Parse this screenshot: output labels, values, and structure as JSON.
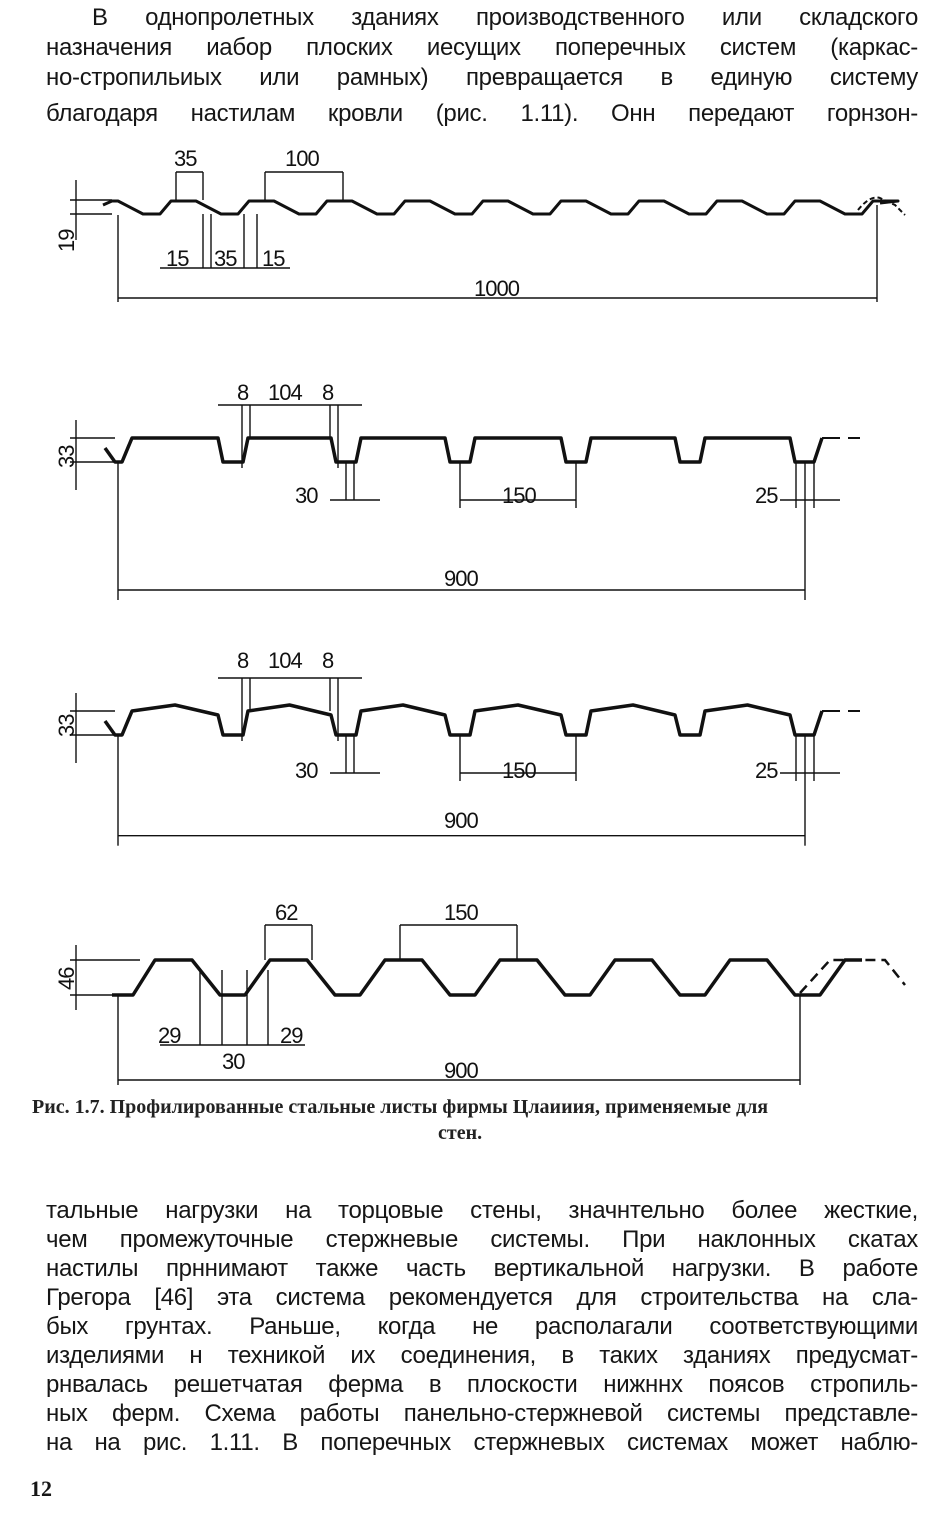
{
  "top_paragraph": [
    "В однопролетных зданиях производственного или складского",
    "назначения иабор плоских иесущих поперечных систем (каркас-",
    "но-стропильиых или рамных) превращается в единую систему",
    "благодаря настилам кровли (рис. 1.11). Онн передают горнзон-"
  ],
  "figure": {
    "profile1": {
      "pitch_top": "35",
      "pitch": "100",
      "height": "19",
      "d1": "15",
      "d2": "35",
      "d3": "15",
      "width": "1000"
    },
    "profile2": {
      "a": "8",
      "b": "104",
      "c": "8",
      "height": "33",
      "d1": "30",
      "d2": "150",
      "d3": "25",
      "width": "900"
    },
    "profile3": {
      "a": "8",
      "b": "104",
      "c": "8",
      "height": "33",
      "d1": "30",
      "d2": "150",
      "d3": "25",
      "width": "900"
    },
    "profile4": {
      "top": "62",
      "pitch": "150",
      "height": "46",
      "d1": "29",
      "d2": "30",
      "d3": "29",
      "width": "900"
    },
    "caption_line1": "Рис. 1.7. Профилированные стальные листы фирмы Цлаииия, применяемые для",
    "caption_line2": "стен."
  },
  "bottom_paragraph": [
    "тальные нагрузки на торцовые стены, значнтельно более жесткие,",
    "чем промежуточные стержневые системы. При наклонных скатах",
    "настилы прннимают также часть вертикальной нагрузки. В работе",
    "Грегора [46] эта система рекомендуется для строительства на сла-",
    "бых грунтах. Раньше, когда не располагали соответствующими",
    "изделиями н техникой их соединения, в таких зданиях предусмат-",
    "рнвалась решетчатая ферма в плоскости нижннх поясов стропиль-",
    "ных ферм. Схема работы панельно-стержневой системы представле-",
    "на на рис. 1.11. В поперечных стержневых системах может наблю-"
  ],
  "page_number": "12"
}
